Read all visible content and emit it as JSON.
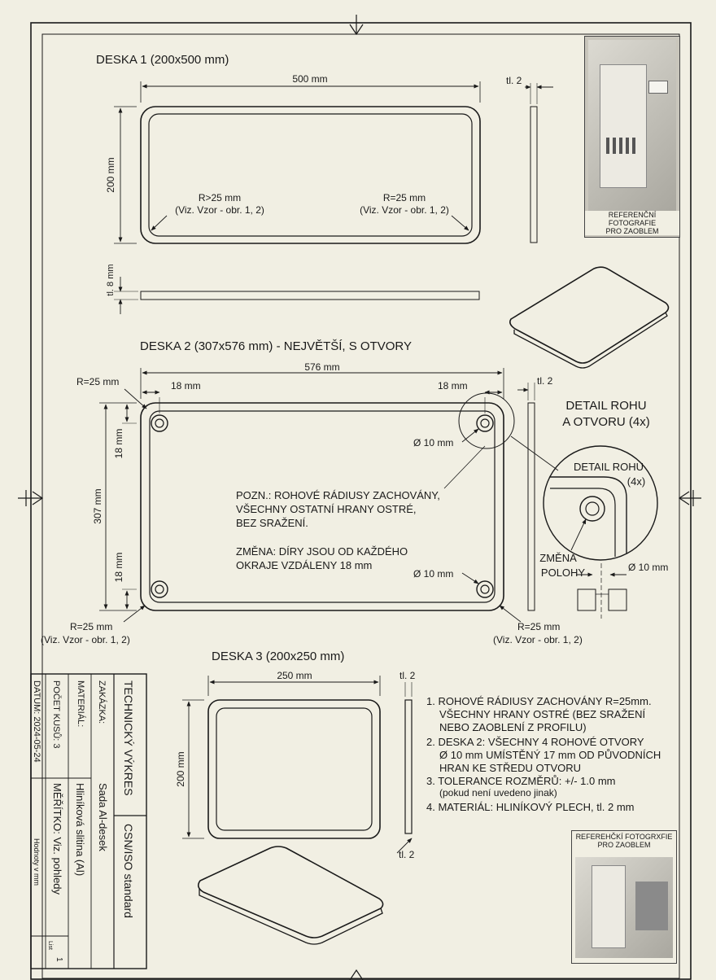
{
  "deska1": {
    "title": "DESKA 1 (200x500 mm)",
    "width": "500 mm",
    "height": "200 mm",
    "thickness": "tl. 2",
    "edge_thickness": "tl. 8 mm",
    "radius_left": "R>25 mm",
    "radius_right": "R=25 mm",
    "ref_left": "(Viz. Vzor - obr. 1, 2)",
    "ref_right": "(Viz. Vzor - obr. 1, 2)"
  },
  "deska2": {
    "title": "DESKA 2 (307x576 mm) - NEJVĚTŠÍ, S OTVORY",
    "width": "576 mm",
    "height": "307 mm",
    "radius_top": "R=25 mm",
    "offset_left": "18 mm",
    "offset_right": "18 mm",
    "offset_top": "18 mm",
    "offset_bottom": "18 mm",
    "hole_top": "Ø 10 mm",
    "hole_bottom": "Ø 10 mm",
    "thickness": "tl. 2",
    "note_line1": "POZN.: ROHOVÉ RÁDIUSY ZACHOVÁNY,",
    "note_line2": "VŠECHNY OSTATNÍ HRANY OSTRÉ,",
    "note_line3": "BEZ SRAŽENÍ.",
    "change_line1": "ZMĚNA: DÍRY JSOU OD KAŽDÉHO",
    "change_line2": "OKRAJE VZDÁLENY 18 mm",
    "radius_bl": "R=25 mm",
    "ref_bl": "(Viz. Vzor - obr. 1, 2)",
    "radius_br": "R=25 mm",
    "ref_br": "(Viz. Vzor - obr. 1, 2)"
  },
  "detail": {
    "title_line1": "DETAIL ROHU",
    "title_line2": "A OTVORU (4x)",
    "inner_line1": "DETAIL ROHU",
    "inner_line2": "(4x)",
    "change_line1": "ZMĚNA",
    "change_line2": "POLOHY",
    "hole": "Ø 10 mm"
  },
  "deska3": {
    "title": "DESKA 3 (200x250 mm)",
    "width": "250 mm",
    "height": "200 mm",
    "thickness_top": "tl. 2",
    "thickness_bottom": "tl. 2"
  },
  "notes": [
    "1. ROHOVÉ RÁDIUSY ZACHOVÁNY R=25mm.",
    "VŠECHNY HRANY OSTRÉ (BEZ SRAŽENÍ",
    "NEBO ZAOBLENÍ Z PROFILU)",
    "2. DESKA 2: VŠECHNY 4 ROHOVÉ OTVORY",
    "Ø 10 mm UMÍSTĚNÝ 17 mm OD PŮVODNÍCH",
    "HRAN KE STŘEDU OTVORU",
    "3. TOLERANCE ROZMĚRŮ: +/- 1.0 mm",
    "(pokud není uvedeno jinak)",
    "4. MATERIÁL: HLINÍKOVÝ PLECH, tl. 2 mm"
  ],
  "photos": {
    "top_caption_line1": "REFERENČNÍ FOTOGRAFIE",
    "top_caption_line2": "PRO ZAOBLEM",
    "bottom_caption_line1": "REFEREHČKÍ FOTOGRXFIE",
    "bottom_caption_line2": "PRO ZAOBLEM"
  },
  "title_block": {
    "technical": "TECHNICKÝ VÝKRES",
    "standard": "CSN/ISO standard",
    "zakazka_label": "ZAKÁZKA:",
    "zakazka_value": "Sada Al-desek",
    "material_label": "MATERIÁL:",
    "material_value": "Hliníková slitina (Al)",
    "count_label": "POČET KUSŮ: 3",
    "date_label": "DATUM: 2024-05-24",
    "scale_label": "MĚŘÍTKO: Viz. pohledy",
    "sheet_label": "List",
    "sheet_value": "1",
    "small_note": "Hodnoty v mm"
  }
}
